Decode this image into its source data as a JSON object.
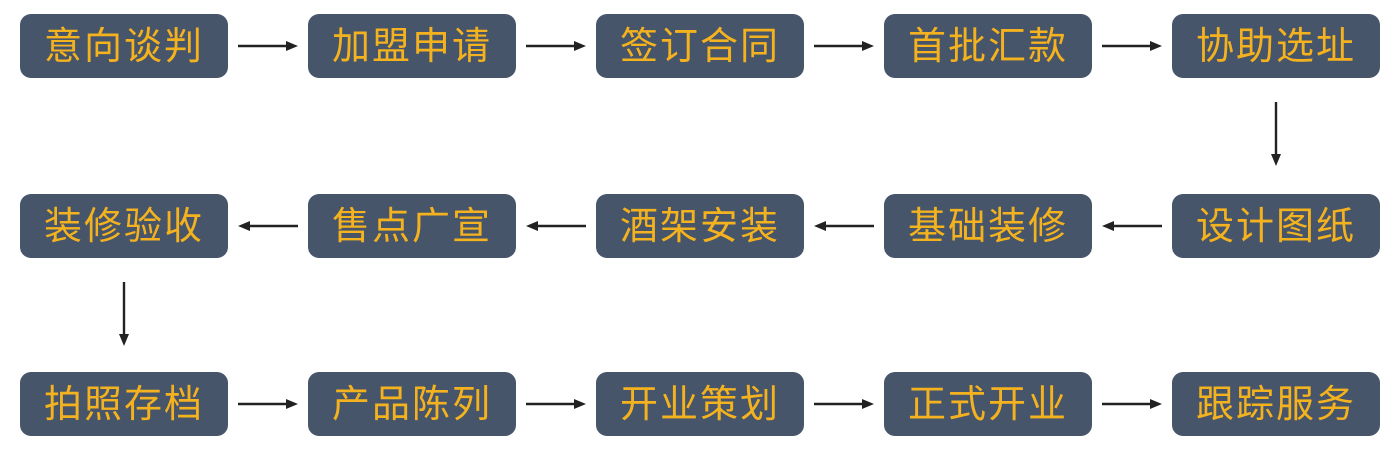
{
  "flow": {
    "rows": [
      {
        "direction": "right",
        "steps": [
          "意向谈判",
          "加盟申请",
          "签订合同",
          "首批汇款",
          "协助选址"
        ]
      },
      {
        "direction": "left",
        "steps": [
          "设计图纸",
          "基础装修",
          "酒架安装",
          "售点广宣",
          "装修验收"
        ]
      },
      {
        "direction": "right",
        "steps": [
          "拍照存档",
          "产品陈列",
          "开业策划",
          "正式开业",
          "跟踪服务"
        ]
      }
    ]
  },
  "colors": {
    "box_fill": "#465569",
    "label_text": "#f5b21f",
    "arrow": "#222222",
    "background": "#ffffff"
  }
}
